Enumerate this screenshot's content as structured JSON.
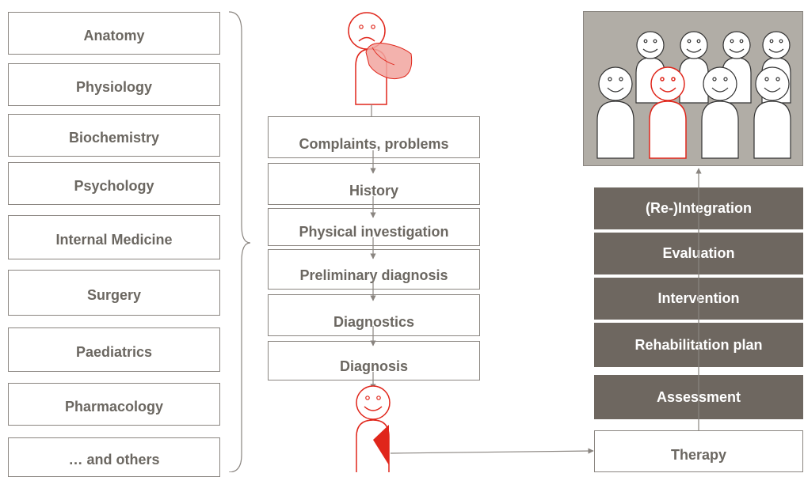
{
  "disciplines": [
    "Anatomy",
    "Physiology",
    "Biochemistry",
    "Psychology",
    "Internal Medicine",
    "Surgery",
    "Paediatrics",
    "Pharmacology",
    "… and others"
  ],
  "diagnostic_steps": [
    "Complaints, problems",
    "History",
    "Physical investigation",
    "Preliminary diagnosis",
    "Diagnostics",
    "Diagnosis"
  ],
  "rehab_steps": [
    "(Re-)Integration",
    "Evaluation",
    "Intervention",
    "Rehabilitation plan",
    "Assessment"
  ],
  "therapy_label": "Therapy",
  "colors": {
    "accent": "#e0261b",
    "dark_box": "#6e6760",
    "text": "#6b6761",
    "group_bg": "#b1ada6",
    "line": "#8a8580"
  }
}
